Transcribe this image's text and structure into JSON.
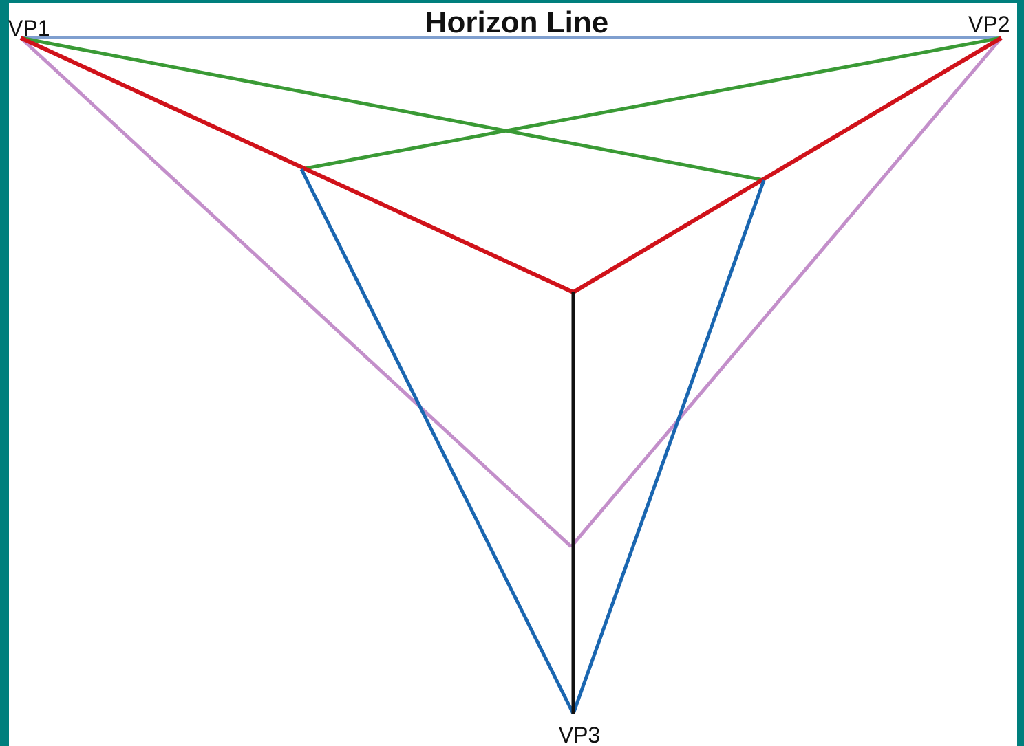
{
  "diagram": {
    "title": "Horizon Line",
    "labels": {
      "vp1": "VP1",
      "vp2": "VP2",
      "vp3": "VP3"
    },
    "colors": {
      "frame": "#007f7d",
      "background": "#ffffff",
      "horizon": "#7f9fcf",
      "green": "#3a9a35",
      "red": "#d0121a",
      "purple": "#c38fca",
      "blue": "#1a66b0",
      "black": "#111111"
    }
  }
}
